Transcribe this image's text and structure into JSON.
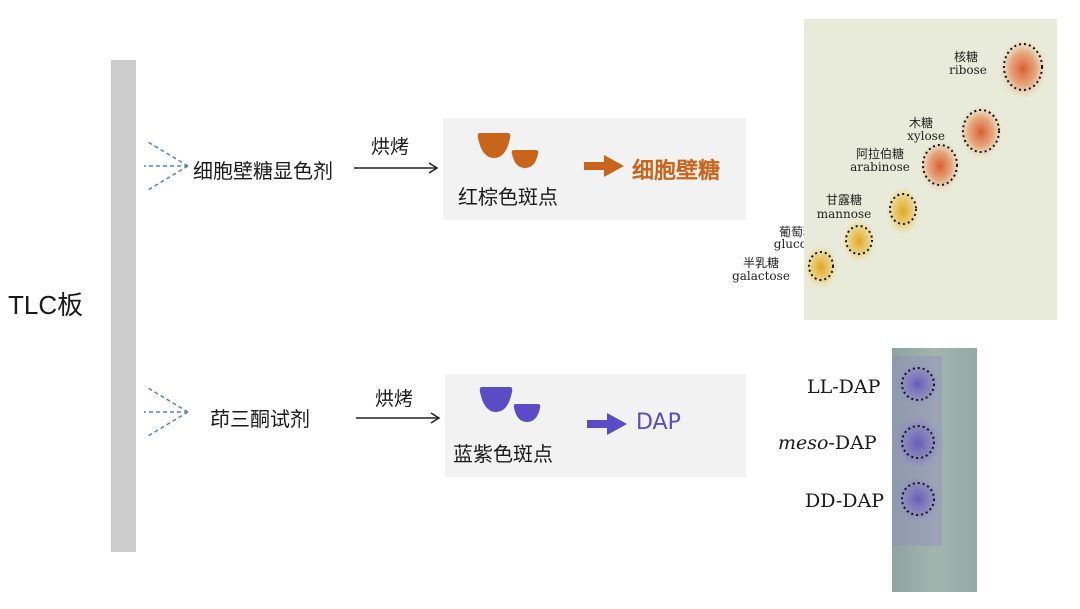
{
  "plate_label": "TLC板",
  "sugar_row": {
    "reagent": "细胞壁糖显色剂",
    "treatment": "烘烤",
    "result": "红棕色斑点",
    "final": "细胞壁糖",
    "color": "#c8651b"
  },
  "dap_row": {
    "reagent": "茚三酮试剂",
    "treatment": "烘烤",
    "result": "蓝紫色斑点",
    "final": "DAP",
    "color": "#5b4bc4"
  },
  "sugar_plate": {
    "spots": [
      {
        "zh": "核糖",
        "en": "ribose"
      },
      {
        "zh": "木糖",
        "en": "xylose"
      },
      {
        "zh": "阿拉伯糖",
        "en": "arabinose"
      },
      {
        "zh": "甘露糖",
        "en": "mannose"
      },
      {
        "zh": "葡萄糖",
        "en": "glucose"
      },
      {
        "zh": "半乳糖",
        "en": "galactose"
      }
    ]
  },
  "dap_plate": {
    "spots": [
      {
        "prefix": "LL",
        "suffix": "-DAP"
      },
      {
        "prefix": "meso",
        "suffix": "-DAP"
      },
      {
        "prefix": "DD",
        "suffix": "-DAP"
      }
    ]
  }
}
